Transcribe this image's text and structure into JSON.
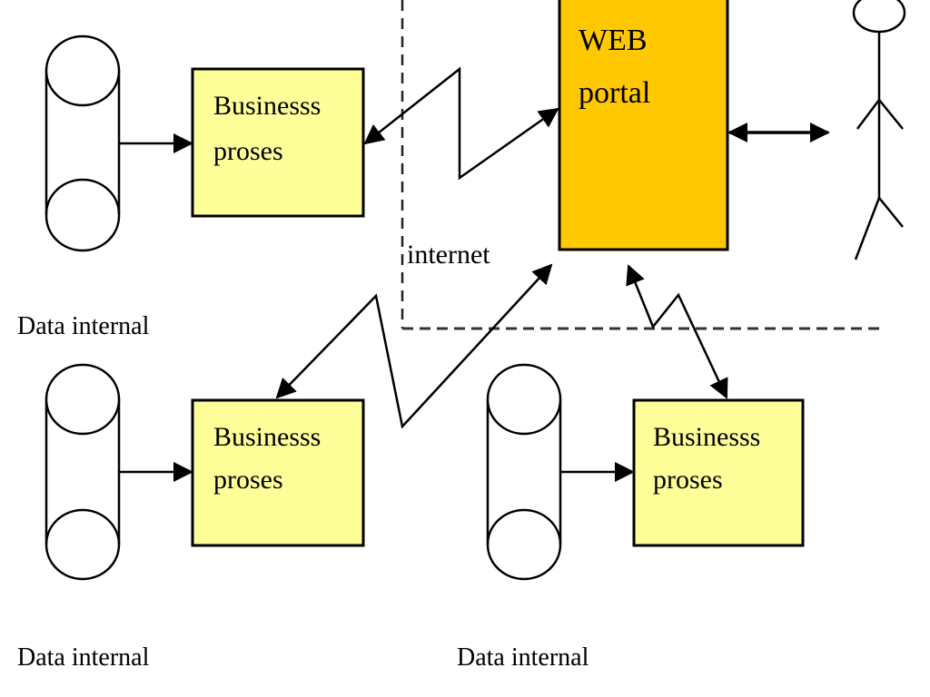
{
  "diagram": {
    "portal": {
      "line1": "WEB",
      "line2": "portal",
      "color": "#FFC800"
    },
    "network_label": "internet",
    "process_color": "#FFFF99",
    "processes": [
      {
        "line1": "Businesss",
        "line2": "proses"
      },
      {
        "line1": "Businesss",
        "line2": "proses"
      },
      {
        "line1": "Businesss",
        "line2": "proses"
      }
    ],
    "datastores": [
      {
        "caption": "Data internal"
      },
      {
        "caption": "Data internal"
      },
      {
        "caption": "Data internal"
      }
    ],
    "actor": {
      "name": "user-actor"
    },
    "connections": [
      {
        "from": "datastore-1",
        "to": "process-1",
        "type": "arrow"
      },
      {
        "from": "datastore-2",
        "to": "process-2",
        "type": "arrow"
      },
      {
        "from": "datastore-3",
        "to": "process-3",
        "type": "arrow"
      },
      {
        "from": "process-1",
        "to": "portal",
        "type": "lightning-bidirectional"
      },
      {
        "from": "process-2",
        "to": "portal",
        "type": "lightning-bidirectional"
      },
      {
        "from": "process-3",
        "to": "portal",
        "type": "lightning-bidirectional"
      },
      {
        "from": "portal",
        "to": "actor",
        "type": "bidirectional"
      }
    ]
  }
}
